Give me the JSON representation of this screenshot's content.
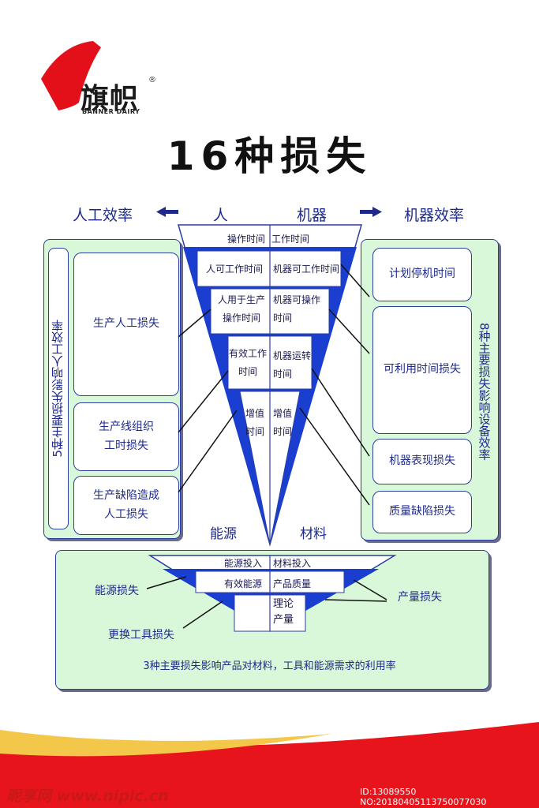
{
  "logo": {
    "cn": "旗帜",
    "reg": "®",
    "en": "BANNER DAIRY"
  },
  "title": "16种损失",
  "headers": {
    "left": "人工效率",
    "person": "人",
    "machine": "机器",
    "right": "机器效率"
  },
  "left_panel": {
    "vertical": "5种主要损失影响人工效率",
    "boxes": [
      "生产人工损失",
      "生产线组织\n工时损失",
      "生产缺陷造成\n人工损失"
    ]
  },
  "right_panel": {
    "vertical": "8种主要损失影响设备效率",
    "boxes": [
      "计划停机时间",
      "可利用时间损失",
      "机器表现损失",
      "质量缺陷损失"
    ]
  },
  "funnel": {
    "left": [
      "操作时间",
      "人可工作时间",
      "人用于生产\n操作时间",
      "有效工作\n时间",
      "增值\n时间"
    ],
    "right": [
      "工作时间",
      "机器可工作时间",
      "机器可操作\n时间",
      "机器运转\n时间",
      "增值\n时间"
    ]
  },
  "bottom_headers": {
    "energy": "能源",
    "material": "材料"
  },
  "bottom": {
    "cells": [
      "能源投入",
      "材料投入",
      "有效能源",
      "产品质量",
      "理论\n产量"
    ],
    "labels": {
      "energy_loss": "能源损失",
      "tool_loss": "更换工具损失",
      "output_loss": "产量损失"
    },
    "caption": "3种主要损失影响产品对材料，工具和能源需求的利用率"
  },
  "watermark": {
    "site": "昵享网 www.nipic.cn",
    "id": "ID:13089550 NO:20180405113750077030"
  }
}
